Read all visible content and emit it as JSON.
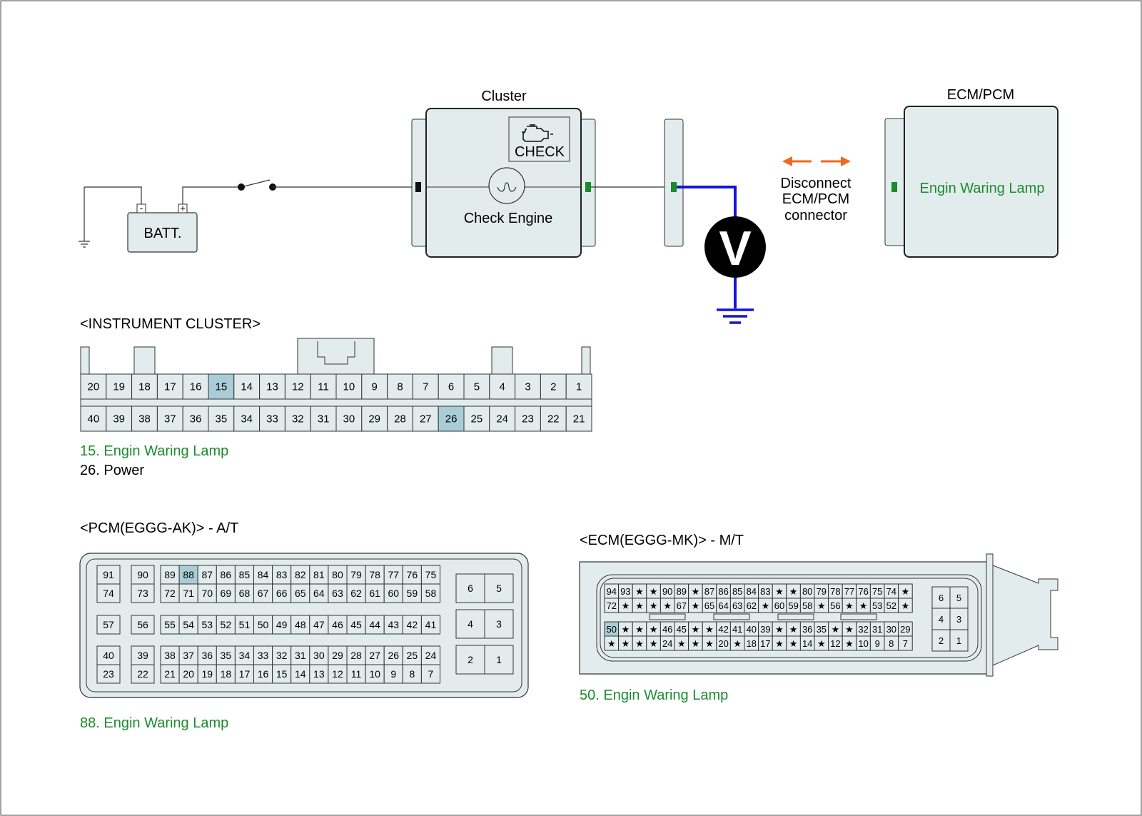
{
  "colors": {
    "box_fill": "#e3ecec",
    "highlight": "#a9cdd6",
    "legend_green": "#1c8a2e",
    "meter_wire": "#1515d6",
    "arrow": "#ee6a1f",
    "stroke": "#333333"
  },
  "circuit": {
    "battery_label": "BATT.",
    "battery_neg": "-",
    "battery_pos": "+",
    "cluster_title": "Cluster",
    "check_text": "CHECK",
    "check_engine_text": "Check Engine",
    "ecm_title": "ECM/PCM",
    "ecm_lamp_label": "Engin Waring Lamp",
    "disconnect_lines": [
      "Disconnect",
      "ECM/PCM",
      "connector"
    ],
    "voltmeter_symbol": "V",
    "icons": [
      "engine-icon",
      "bulb-icon",
      "ground-icon",
      "voltmeter-icon",
      "double-arrow-icon"
    ]
  },
  "instrument_cluster": {
    "title": "<INSTRUMENT CLUSTER>",
    "top_row": [
      "20",
      "19",
      "18",
      "17",
      "16",
      "15",
      "14",
      "13",
      "12",
      "11",
      "10",
      "9",
      "8",
      "7",
      "6",
      "5",
      "4",
      "3",
      "2",
      "1"
    ],
    "bottom_row": [
      "40",
      "39",
      "38",
      "37",
      "36",
      "35",
      "34",
      "33",
      "32",
      "31",
      "30",
      "29",
      "28",
      "27",
      "26",
      "25",
      "24",
      "23",
      "22",
      "21"
    ],
    "highlighted": [
      "15",
      "26"
    ],
    "legend": [
      {
        "text": "15. Engin Waring Lamp",
        "green": true
      },
      {
        "text": "26. Power",
        "green": false
      }
    ]
  },
  "pcm": {
    "title": "<PCM(EGGG-AK)> - A/T",
    "left_top": [
      "91",
      "74"
    ],
    "left_mid": [
      "57"
    ],
    "left_bot": [
      "40",
      "23"
    ],
    "second_top": [
      "90",
      "73"
    ],
    "second_mid": [
      "56"
    ],
    "second_bot": [
      "39",
      "22"
    ],
    "block1_r1": [
      "89",
      "88",
      "87",
      "86",
      "85",
      "84",
      "83",
      "82",
      "81",
      "80",
      "79",
      "78",
      "77",
      "76",
      "75"
    ],
    "block1_r2": [
      "72",
      "71",
      "70",
      "69",
      "68",
      "67",
      "66",
      "65",
      "64",
      "63",
      "62",
      "61",
      "60",
      "59",
      "58"
    ],
    "block2": [
      "55",
      "54",
      "53",
      "52",
      "51",
      "50",
      "49",
      "48",
      "47",
      "46",
      "45",
      "44",
      "43",
      "42",
      "41"
    ],
    "block3_r1": [
      "38",
      "37",
      "36",
      "35",
      "34",
      "33",
      "32",
      "31",
      "30",
      "29",
      "28",
      "27",
      "26",
      "25",
      "24"
    ],
    "block3_r2": [
      "21",
      "20",
      "19",
      "18",
      "17",
      "16",
      "15",
      "14",
      "13",
      "12",
      "11",
      "10",
      "9",
      "8",
      "7"
    ],
    "right_pairs": [
      [
        "6",
        "5"
      ],
      [
        "4",
        "3"
      ],
      [
        "2",
        "1"
      ]
    ],
    "highlighted": [
      "88"
    ],
    "legend": "88. Engin Waring Lamp"
  },
  "ecm": {
    "title": "<ECM(EGGG-MK)> - M/T",
    "row1": [
      "94",
      "93",
      "★",
      "★",
      "90",
      "89",
      "★",
      "87",
      "86",
      "85",
      "84",
      "83",
      "★",
      "★",
      "80",
      "79",
      "78",
      "77",
      "76",
      "75",
      "74",
      "★"
    ],
    "row2": [
      "72",
      "★",
      "★",
      "★",
      "★",
      "67",
      "★",
      "65",
      "64",
      "63",
      "62",
      "★",
      "60",
      "59",
      "58",
      "★",
      "56",
      "★",
      "★",
      "53",
      "52",
      "★"
    ],
    "row3": [
      "50",
      "★",
      "★",
      "★",
      "46",
      "45",
      "★",
      "★",
      "42",
      "41",
      "40",
      "39",
      "★",
      "★",
      "36",
      "35",
      "★",
      "★",
      "32",
      "31",
      "30",
      "29"
    ],
    "row4": [
      "★",
      "★",
      "★",
      "★",
      "24",
      "★",
      "★",
      "★",
      "20",
      "★",
      "18",
      "17",
      "★",
      "★",
      "14",
      "★",
      "12",
      "★",
      "10",
      "9",
      "8",
      "7"
    ],
    "right_pairs": [
      [
        "6",
        "5"
      ],
      [
        "4",
        "3"
      ],
      [
        "2",
        "1"
      ]
    ],
    "highlighted": [
      "50"
    ],
    "legend": "50. Engin Waring Lamp"
  }
}
